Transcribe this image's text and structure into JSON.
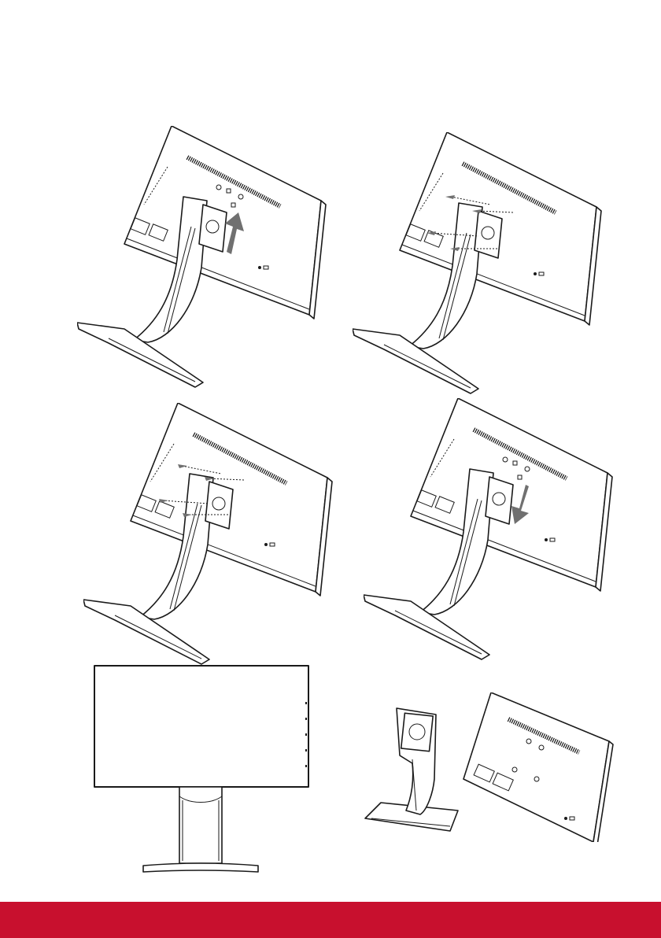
{
  "page": {
    "background": "#ffffff"
  },
  "illustrations": [
    {
      "id": "step-1",
      "icon": "monitor-back-stand-attached-arrow-up-icon",
      "arrow": "up",
      "arrow_color": "#707070"
    },
    {
      "id": "step-2",
      "icon": "monitor-back-screws-out-icon",
      "arrow": "none"
    },
    {
      "id": "step-3",
      "icon": "monitor-back-screws-in-icon",
      "arrow": "none"
    },
    {
      "id": "step-4",
      "icon": "monitor-back-stand-slide-down-icon",
      "arrow": "down",
      "arrow_color": "#707070"
    },
    {
      "id": "front-view",
      "icon": "monitor-front-on-stand-icon"
    },
    {
      "id": "separated-view",
      "icon": "stand-and-monitor-separated-icon"
    }
  ],
  "footer": {
    "color": "#c8102e"
  }
}
